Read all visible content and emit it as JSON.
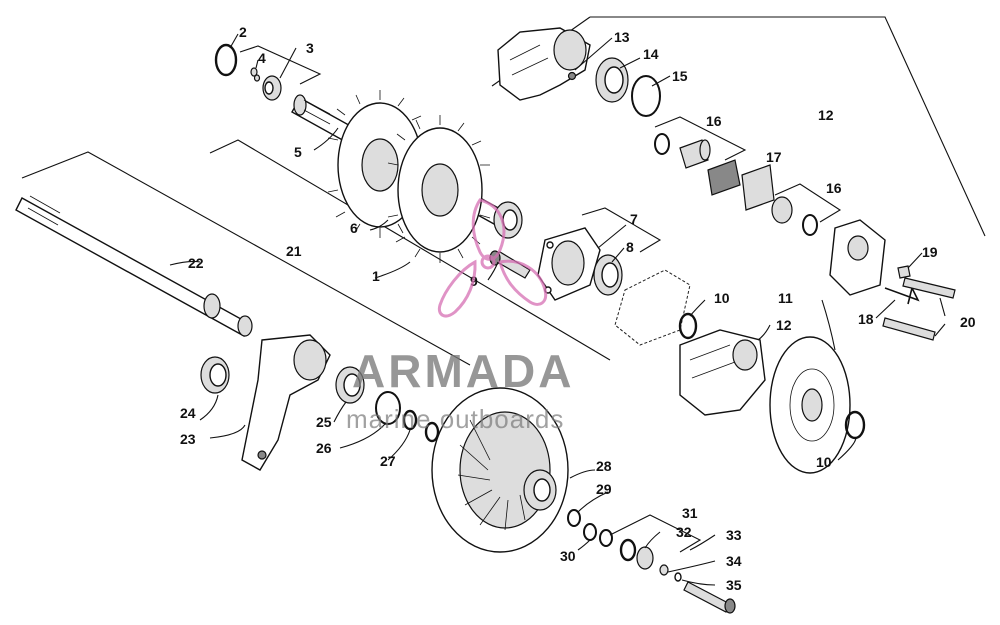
{
  "callouts": [
    "1",
    "2",
    "3",
    "4",
    "5",
    "6",
    "7",
    "8",
    "9",
    "10",
    "10",
    "11",
    "12",
    "12",
    "13",
    "14",
    "15",
    "16",
    "16",
    "17",
    "18",
    "19",
    "20",
    "21",
    "22",
    "23",
    "24",
    "25",
    "26",
    "27",
    "28",
    "29",
    "30",
    "31",
    "32",
    "33",
    "34",
    "35"
  ],
  "watermark": {
    "brand": "ARMADA",
    "tagline": "marine outboards",
    "color": "#d66fb3"
  }
}
